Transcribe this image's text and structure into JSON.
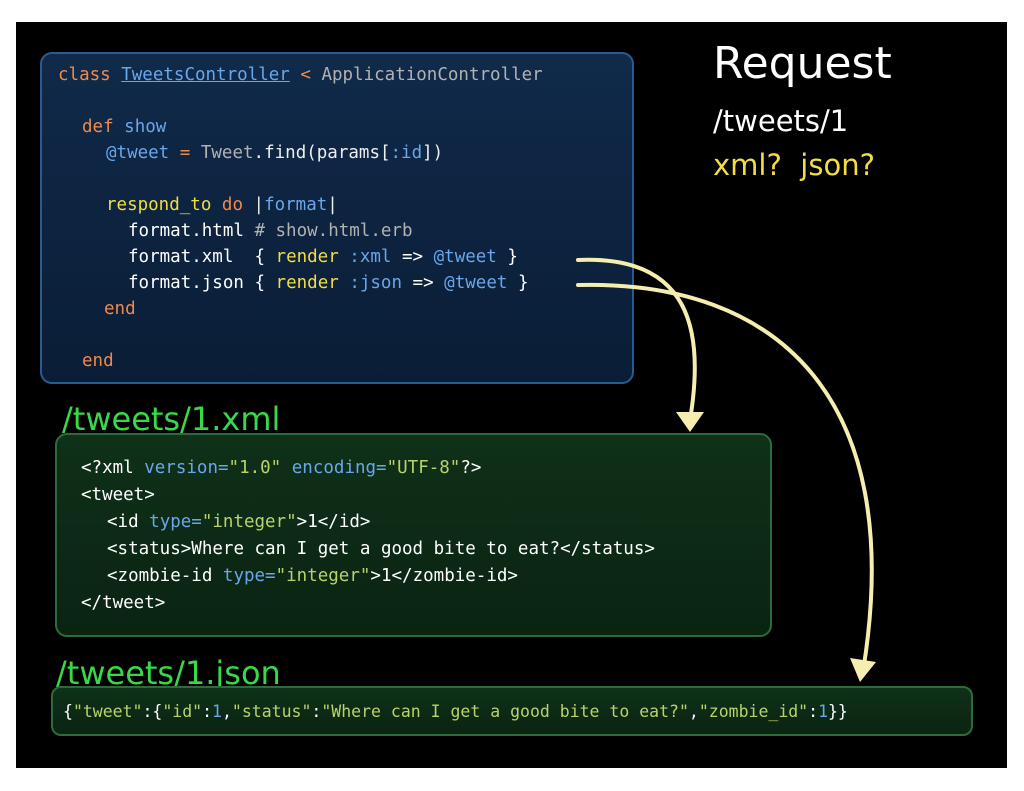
{
  "request": {
    "title": "Request",
    "path": "/tweets/1",
    "formats": "xml?  json?"
  },
  "controller": {
    "line1": {
      "kw": "class",
      "name": "TweetsController",
      "op": "<",
      "parent": "ApplicationController"
    },
    "line2": {
      "kw": "def",
      "name": "show"
    },
    "line3": {
      "ivar": "@tweet",
      "eq": "=",
      "cls": "Tweet",
      "call": ".find(params[",
      "sym": ":id",
      "close": "])"
    },
    "line4": {
      "call": "respond_to",
      "kw": "do",
      "pipe1": "|",
      "arg": "format",
      "pipe2": "|"
    },
    "line5": {
      "call": "format.html",
      "comment": "# show.html.erb"
    },
    "line6": {
      "call": "format.xml",
      "open": "{",
      "render": "render",
      "sym": ":xml",
      "arrow": "=>",
      "ivar": "@tweet",
      "close": "}"
    },
    "line7": {
      "call": "format.json",
      "open": "{",
      "render": "render",
      "sym": ":json",
      "arrow": "=>",
      "ivar": "@tweet",
      "close": "}"
    },
    "line8": {
      "kw": "end"
    },
    "line9": {
      "kw": "end"
    }
  },
  "xml": {
    "heading": "/tweets/1.xml",
    "l1": {
      "open": "<?xml",
      "a1": "version=",
      "v1": "\"1.0\"",
      "a2": "encoding=",
      "v2": "\"UTF-8\"",
      "close": "?>"
    },
    "l2": {
      "tag": "<tweet>"
    },
    "l3": {
      "tag_open": "<id",
      "attr": "type=",
      "val": "\"integer\"",
      "gt": ">",
      "text": "1",
      "tag_close": "</id>"
    },
    "l4": {
      "tag_open": "<status>",
      "text": "Where can I get a good bite to eat?",
      "tag_close": "</status>"
    },
    "l5": {
      "tag_open": "<zombie-id",
      "attr": "type=",
      "val": "\"integer\"",
      "gt": ">",
      "text": "1",
      "tag_close": "</zombie-id>"
    },
    "l6": {
      "tag": "</tweet>"
    }
  },
  "json": {
    "heading": "/tweets/1.json",
    "p1": "{",
    "k1": "\"tweet\"",
    "p2": ":{",
    "k2": "\"id\"",
    "p3": ":",
    "n1": "1",
    "p4": ",",
    "k3": "\"status\"",
    "p5": ":",
    "v1": "\"Where can I get a good bite to eat?\"",
    "p6": ",",
    "k4": "\"zombie_id\"",
    "p7": ":",
    "n2": "1",
    "p8": "}}"
  },
  "colors": {
    "background": "#000000",
    "code_panel": "#102a4a",
    "output_panel": "#0f3019",
    "heading_green": "#39d84a",
    "request_yellow": "#f2dd43",
    "arrow": "#f6eeb0"
  }
}
